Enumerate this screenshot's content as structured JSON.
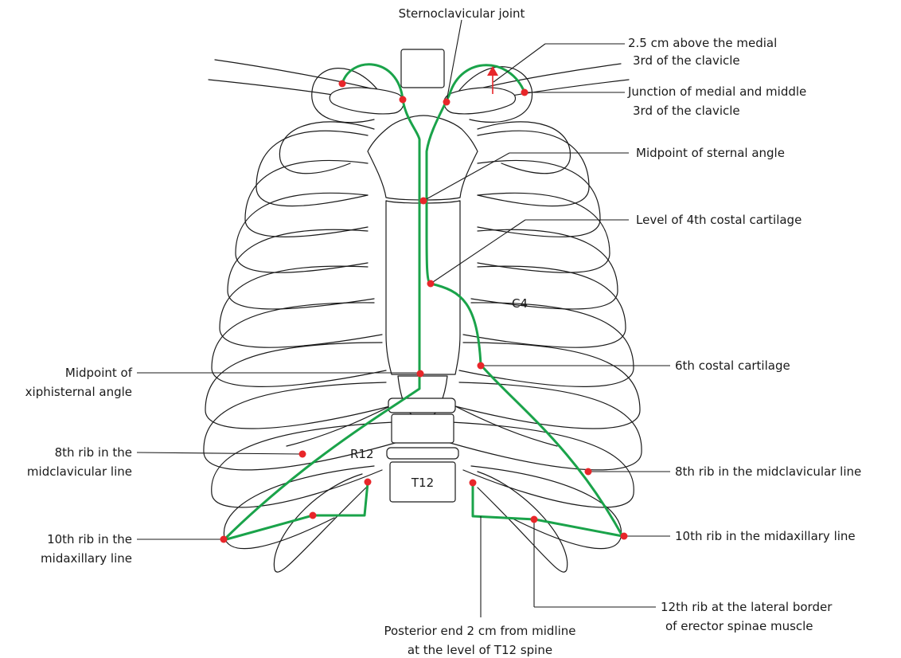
{
  "colors": {
    "pleura": "#1aa34a",
    "point": "#e8262a",
    "arrow": "#e8262a",
    "ink": "#1a1a1a"
  },
  "labels": {
    "sternoclavicular": "Sternoclavicular joint",
    "above_clavicle_1": "2.5 cm above the medial",
    "above_clavicle_2": "3rd of the clavicle",
    "junction_1": "Junction of medial and middle",
    "junction_2": "3rd of the clavicle",
    "sternal_angle": "Midpoint of sternal angle",
    "costal4": "Level of 4th costal cartilage",
    "costal6": "6th costal cartilage",
    "xiph_1": "Midpoint of",
    "xiph_2": "xiphisternal angle",
    "rib8_left_1": "8th rib in the",
    "rib8_left_2": "midclavicular line",
    "rib8_right": "8th rib in the midclavicular line",
    "rib10_left_1": "10th rib in the",
    "rib10_left_2": "midaxillary line",
    "rib10_right": "10th rib in the midaxillary line",
    "rib12_1": "12th rib at the lateral border",
    "rib12_2": "of erector spinae muscle",
    "posterior_1": "Posterior end 2 cm from midline",
    "posterior_2": "at the level of T12 spine",
    "c4": "C4",
    "r12": "R12",
    "t12": "T12"
  }
}
